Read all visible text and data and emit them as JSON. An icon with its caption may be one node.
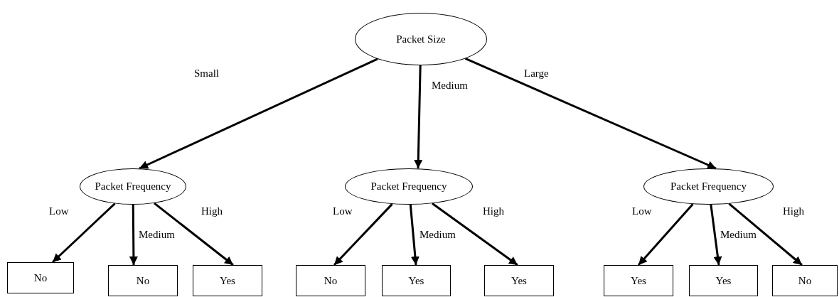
{
  "diagram": {
    "nodes": [
      {
        "text": [
          "Packet Size"
        ]
      },
      {
        "text": [
          "Packet Frequency"
        ]
      },
      {
        "text": [
          "Packet Frequency"
        ]
      },
      {
        "text": [
          "Packet Frequency"
        ]
      },
      {
        "text": [
          "No"
        ]
      },
      {
        "text": [
          "No"
        ]
      },
      {
        "text": [
          "Yes"
        ]
      },
      {
        "text": [
          "No"
        ]
      },
      {
        "text": [
          "Yes"
        ]
      },
      {
        "text": [
          "Yes"
        ]
      },
      {
        "text": [
          "Yes"
        ]
      },
      {
        "text": [
          "Yes"
        ]
      },
      {
        "text": [
          "No"
        ]
      }
    ],
    "edges": [
      {
        "from": 0,
        "to": 1,
        "arrow": "to",
        "label": "Small"
      },
      {
        "from": 0,
        "to": 2,
        "arrow": "to",
        "label": "Medium"
      },
      {
        "from": 0,
        "to": 3,
        "arrow": "to",
        "label": "Large"
      },
      {
        "from": 1,
        "to": 4,
        "arrow": "to",
        "label": "Low"
      },
      {
        "from": 1,
        "to": 5,
        "arrow": "to",
        "label": "Medium"
      },
      {
        "from": 1,
        "to": 6,
        "arrow": "to",
        "label": "High"
      },
      {
        "from": 2,
        "to": 7,
        "arrow": "to",
        "label": "Low"
      },
      {
        "from": 2,
        "to": 8,
        "arrow": "to",
        "label": "Medium"
      },
      {
        "from": 2,
        "to": 9,
        "arrow": "to",
        "label": "High"
      },
      {
        "from": 3,
        "to": 10,
        "arrow": "to",
        "label": "Low"
      },
      {
        "from": 3,
        "to": 11,
        "arrow": "to",
        "label": "Medium"
      },
      {
        "from": 3,
        "to": 12,
        "arrow": "to",
        "label": "High"
      }
    ]
  }
}
